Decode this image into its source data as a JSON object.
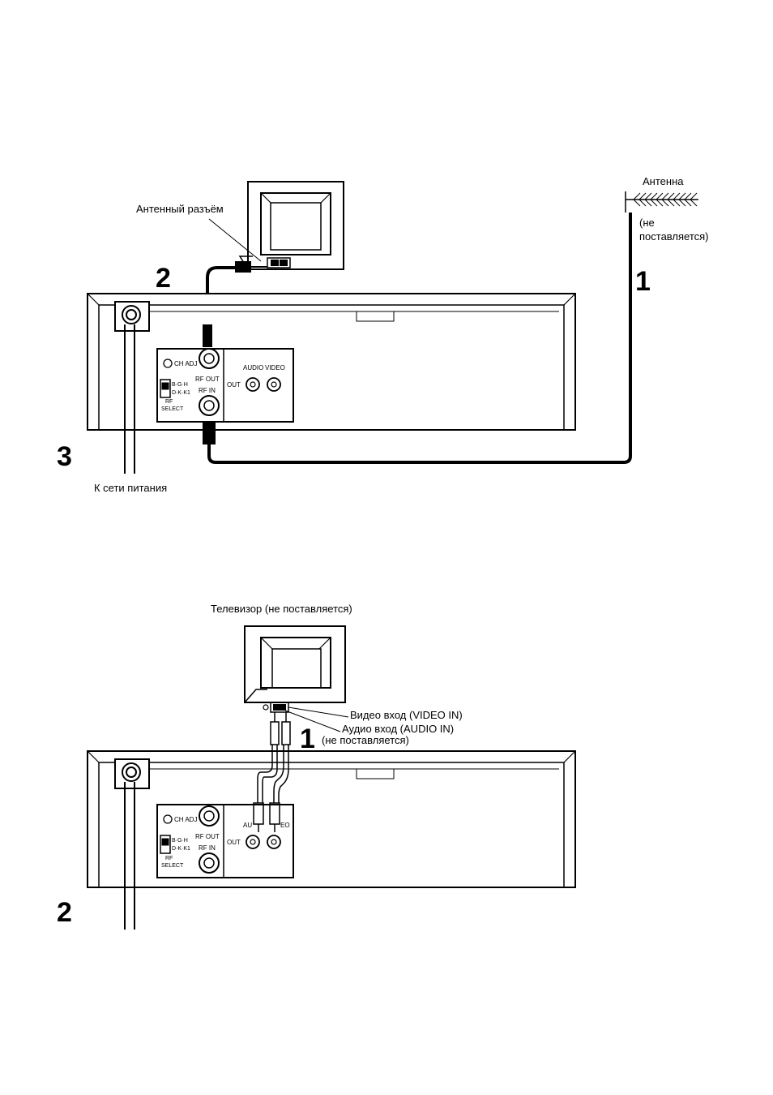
{
  "diagram1": {
    "tv_antenna_socket_label": "Антенный разъём",
    "antenna_label": "Антенна",
    "antenna_note_line1": "(не",
    "antenna_note_line2": "поставляется)",
    "mains_label": "К сети питания",
    "step_1": "1",
    "step_2": "2",
    "step_3": "3",
    "panel": {
      "ch_adj": "CH ADJ",
      "rf_out": "RF OUT",
      "rf_in": "RF IN",
      "audio": "AUDIO",
      "video": "VIDEO",
      "out": "OUT",
      "bgh": "B·G·H",
      "dkk1": "D·K·K1",
      "rf": "RF",
      "select": "SELECT"
    }
  },
  "diagram2": {
    "tv_label": "Телевизор (не поставляется)",
    "video_in_label": "Видео вход (VIDEO IN)",
    "audio_in_label": "Аудио вход (AUDIO IN)",
    "cable_note": "(не поставляется)",
    "step_1": "1",
    "step_2": "2",
    "panel": {
      "ch_adj": "CH ADJ",
      "rf_out": "RF OUT",
      "rf_in": "RF IN",
      "audio_partial": "AU",
      "video_partial": "EO",
      "out": "OUT",
      "bgh": "B·G·H",
      "dkk1": "D·K·K1",
      "rf": "RF",
      "select": "SELECT"
    }
  }
}
